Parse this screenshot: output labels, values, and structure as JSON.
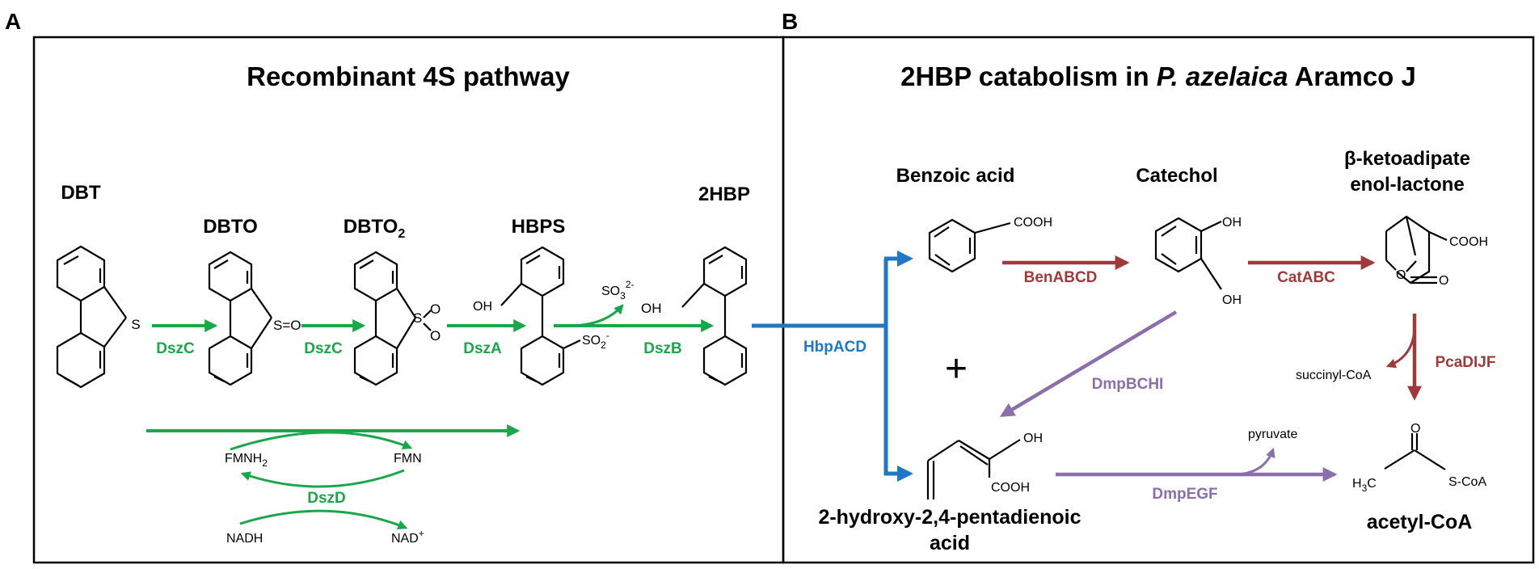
{
  "panels": {
    "a": {
      "letter": "A",
      "title": "Recombinant 4S pathway"
    },
    "b": {
      "letter": "B",
      "title_pre": "2HBP catabolism in ",
      "title_italic": "P. azelaica",
      "title_post": " Aramco J"
    }
  },
  "compounds": {
    "dbt": "DBT",
    "dbto": "DBTO",
    "dbto2_main": "DBTO",
    "dbto2_sub": "2",
    "hbps": "HBPS",
    "hbp2": "2HBP",
    "benzoic": "Benzoic acid",
    "catechol": "Catechol",
    "keto_line1": "β-ketoadipate",
    "keto_line2": "enol-lactone",
    "hpd_line1": "2-hydroxy-2,4-pentadienoic",
    "hpd_line2": "acid",
    "acetyl": "acetyl-CoA"
  },
  "atoms": {
    "s": "S",
    "s_o": "S=O",
    "so2_s": "S",
    "so2_o": "O",
    "oh": "OH",
    "so2minus": "SO",
    "so2minus_sub": "2",
    "so2minus_sup": "-",
    "so3": "SO",
    "so3_sub": "3",
    "so3_sup": "2-",
    "cooh": "COOH",
    "o": "O",
    "h3c": "H",
    "h3c_sub": "3",
    "h3c_c": "C",
    "scoa": "S-CoA"
  },
  "cofactors": {
    "fmnh2": "FMNH",
    "fmnh2_sub": "2",
    "fmn": "FMN",
    "nadh": "NADH",
    "nad": "NAD",
    "nad_sup": "+",
    "succinyl": "succinyl-CoA",
    "pyruvate": "pyruvate",
    "plus": "+"
  },
  "enzymes": {
    "dszc1": "DszC",
    "dszc2": "DszC",
    "dsza": "DszA",
    "dszb": "DszB",
    "dszd": "DszD",
    "hbpacd": "HbpACD",
    "benabcd": "BenABCD",
    "catabc": "CatABC",
    "dmpbchi": "DmpBCHI",
    "pcadijf": "PcaDIJF",
    "dmpegf": "DmpEGF"
  },
  "colors": {
    "green": "#1aa64a",
    "red": "#9e3a3a",
    "purple": "#8a6fab",
    "blue": "#1f78c1"
  }
}
